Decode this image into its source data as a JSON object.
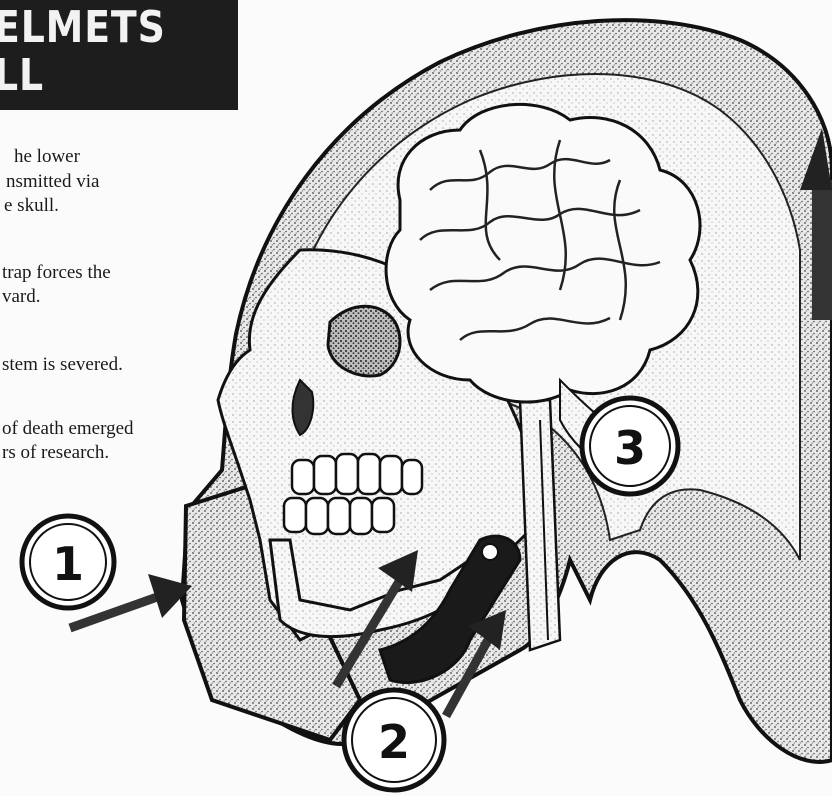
{
  "headline": {
    "line1": "ELMETS",
    "line2": "LL"
  },
  "captions": [
    "he lower",
    "nsmitted via",
    "e skull.",
    "trap forces the",
    "vard.",
    "stem is  severed.",
    "of death emerged",
    "rs of research."
  ],
  "markers": [
    {
      "number": "1"
    },
    {
      "number": "2"
    },
    {
      "number": "3"
    }
  ],
  "colors": {
    "ink": "#111111",
    "helmet_shell": "#cfcfcf",
    "headline_bg": "#1d1d1d",
    "headline_text": "#f2f2f2"
  }
}
